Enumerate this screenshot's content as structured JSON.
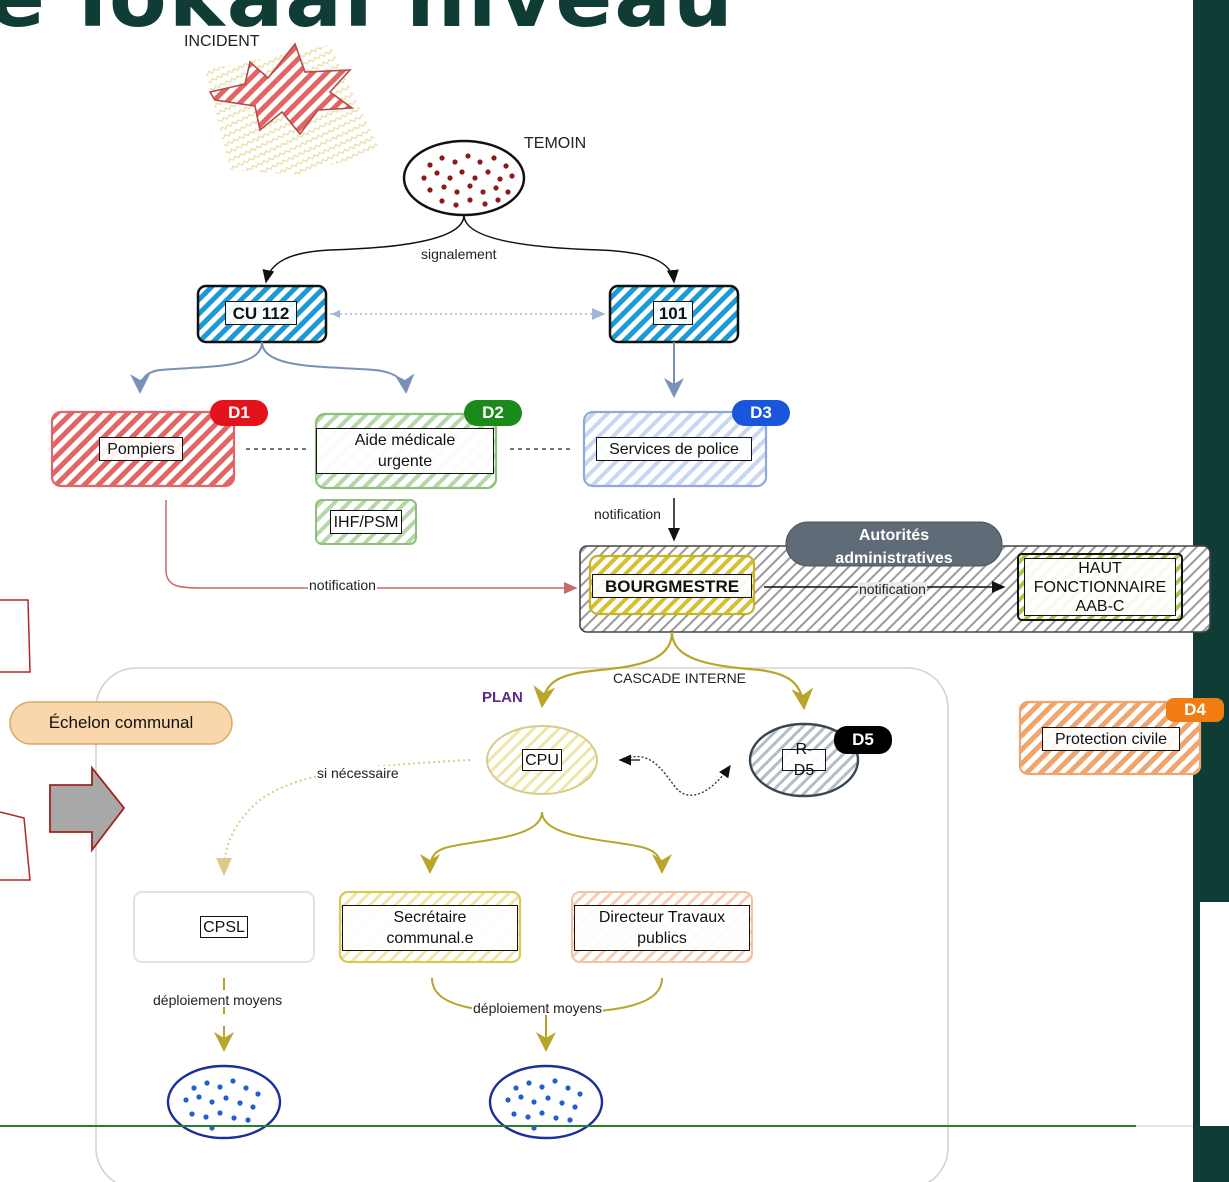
{
  "page": {
    "title_fragment": "e lokaal niveau"
  },
  "diagram": {
    "incident": "INCIDENT",
    "temoin": "TEMOIN",
    "signalement": "signalement",
    "cu112": "CU 112",
    "n101": "101",
    "pompiers": "Pompiers",
    "aide_medicale": "Aide médicale urgente",
    "aide_medicale_l1": "Aide médicale",
    "aide_medicale_l2": "urgente",
    "ihf_psm": "IHF/PSM",
    "services_police": "Services de police",
    "badge_d1": "D1",
    "badge_d2": "D2",
    "badge_d3": "D3",
    "badge_d4": "D4",
    "badge_d5": "D5",
    "notification_1": "notification",
    "notification_2": "notification",
    "notification_3": "notification",
    "autorites_l1": "Autorités",
    "autorites_l2": "administratives",
    "bourgmestre": "BOURGMESTRE",
    "haut_fonct_l1": "HAUT",
    "haut_fonct_l2": "FONCTIONNAIRE",
    "haut_fonct_l3": "AAB-C",
    "cascade": "CASCADE INTERNE",
    "plan": "PLAN",
    "echelon": "Échelon communal",
    "cpu": "CPU",
    "r_d5": "R-D5",
    "si_necessaire": "si nécessaire",
    "protection_civile": "Protection civile",
    "cpsl": "CPSL",
    "secretaire_l1": "Secrétaire",
    "secretaire_l2": "communal.e",
    "directeur_l1": "Directeur Travaux",
    "directeur_l2": "publics",
    "deploiement_1": "déploiement moyens",
    "deploiement_2": "déploiement moyens"
  },
  "colors": {
    "header_green": "#0f3d36",
    "blue": "#1b9ad6",
    "red": "#e06666",
    "green": "#8fbf7f",
    "police_blue": "#8fa9dc",
    "gold": "#c8b22a",
    "orange": "#f0a46e",
    "badge_red": "#e3131b",
    "badge_green": "#1a8a1a",
    "badge_blue": "#1a56db",
    "badge_orange": "#f07c12",
    "badge_black": "#000000"
  }
}
